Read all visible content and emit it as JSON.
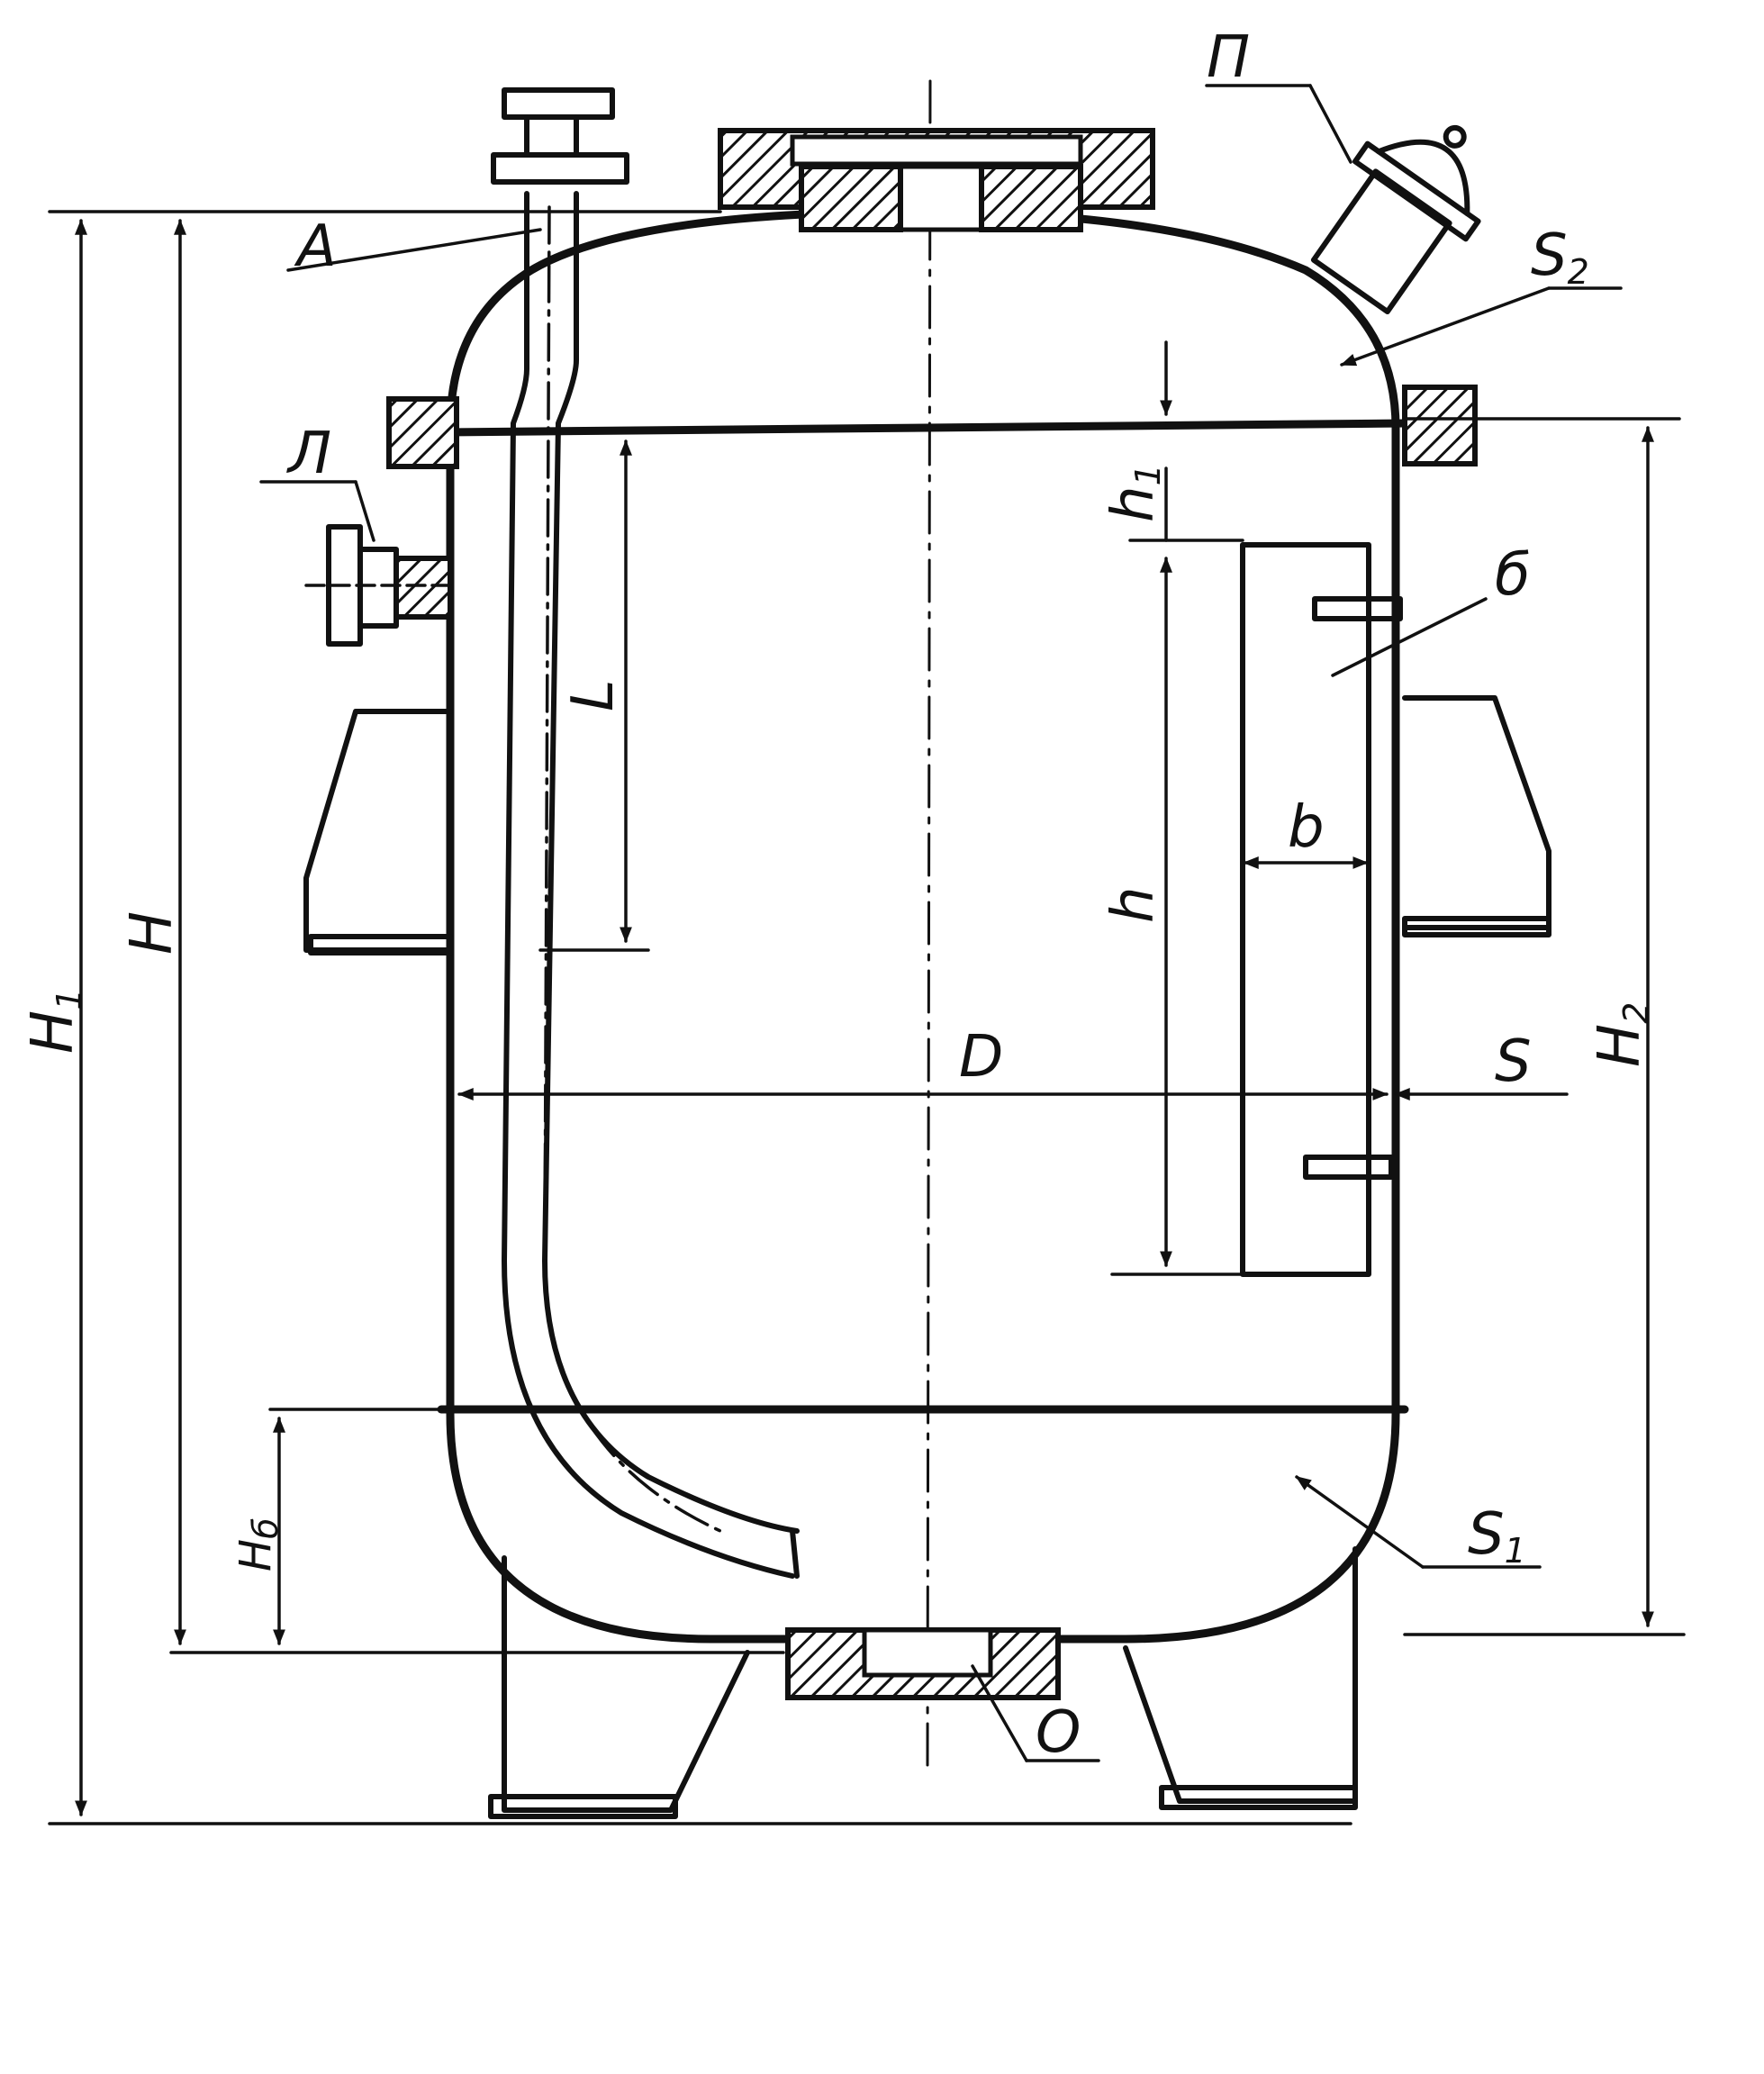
{
  "labels": {
    "H1": {
      "main": "H",
      "sub": "1"
    },
    "H": "H",
    "H2": {
      "main": "H",
      "sub": "2"
    },
    "Hb": {
      "main": "H",
      "sub": "б"
    },
    "D": "D",
    "L": "L",
    "h": "h",
    "h1": {
      "main": "h",
      "sub": "1"
    },
    "b": "b",
    "S": "S",
    "S1": {
      "main": "S",
      "sub": "1"
    },
    "S2": {
      "main": "S",
      "sub": "2"
    },
    "A": "А",
    "Pi": "П",
    "Lambda": "Л",
    "Delta": "б",
    "O": "О"
  }
}
